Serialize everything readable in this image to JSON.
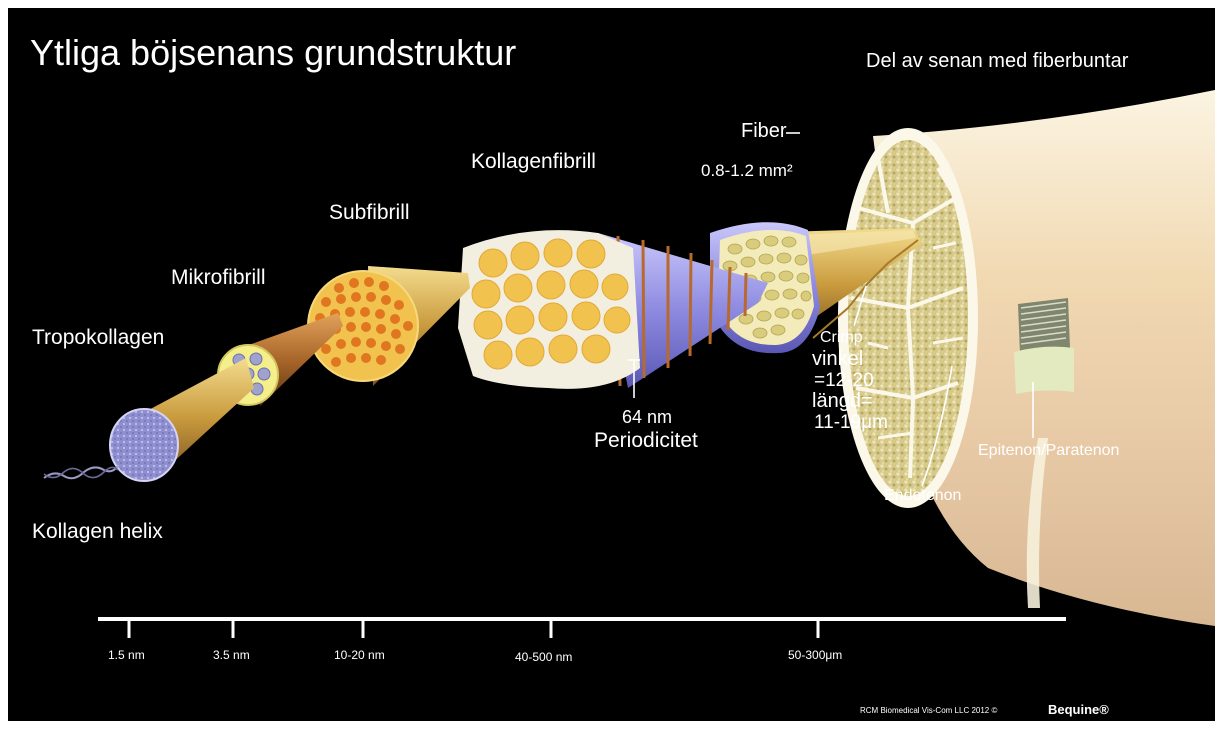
{
  "title": "Ytliga böjsenans grundstruktur",
  "labels": {
    "tendon_section": "Del av senan med fiberbuntar",
    "fiber": "Fiber",
    "fiber_area": "0.8-1.2 mm²",
    "collagen_fibril": "Kollagenfibrill",
    "subfibril": "Subfibrill",
    "microfibril": "Mikrofibrill",
    "tropocollagen": "Tropokollagen",
    "collagen_helix": "Kollagen helix",
    "period_value": "64 nm",
    "period_label": "Periodicitet",
    "crimp": "Crimp",
    "crimp_angle": "vinkel",
    "crimp_angle_value": "=12-20",
    "crimp_length": "längd=",
    "crimp_length_value": "11-19μm",
    "endotenon": "Endotenon",
    "epitenon": "Epitenon/Paratenon"
  },
  "scale_ticks": [
    "1.5 nm",
    "3.5 nm",
    "10-20 nm",
    "40-500 nm",
    "50-300μm"
  ],
  "credit": "RCM Biomedical Vis-Com LLC 2012 ©",
  "brand": "Bequine®",
  "colors": {
    "background": "#000000",
    "text": "#ffffff",
    "fibril_gold": "#f2c24e",
    "subfibril_dot": "#e0761f",
    "lavender": "#a9a6f0",
    "tendon_skin": "#efe2b8"
  }
}
